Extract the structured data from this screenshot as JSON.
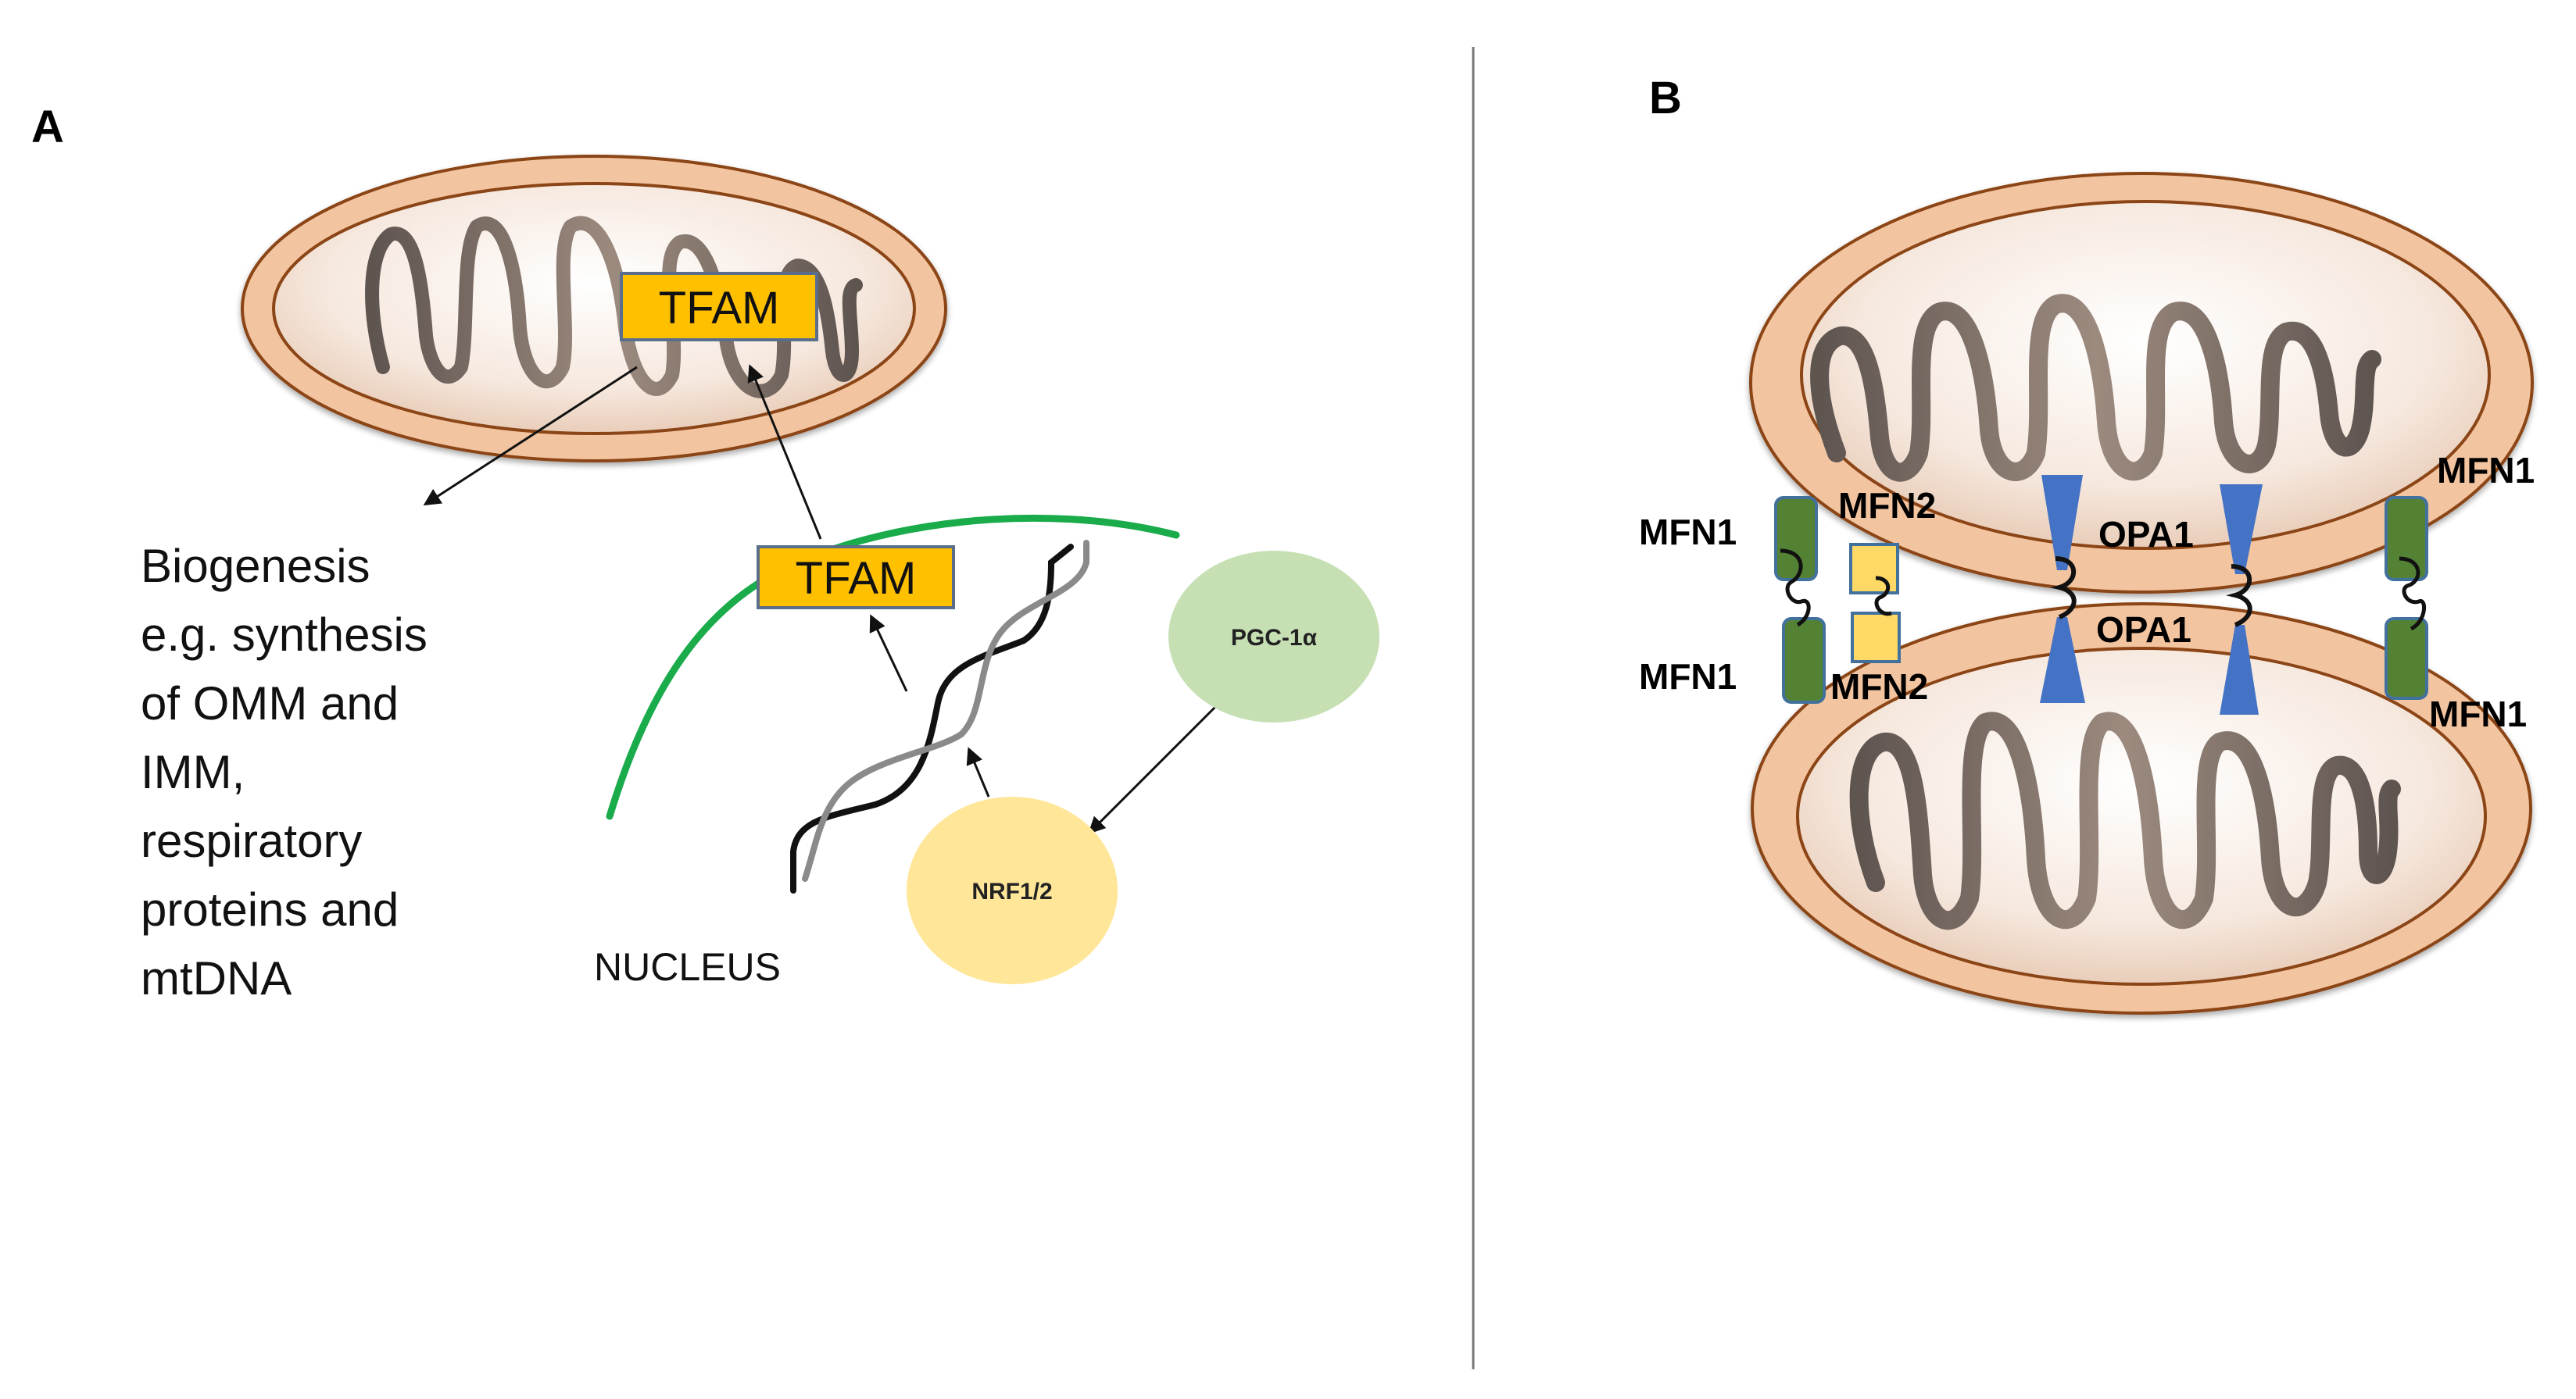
{
  "figure": {
    "panels": [
      {
        "id": "A",
        "label": "A",
        "title": "Mitochondrial biogenesis pathway",
        "mitochondrion": {
          "protein_box": "TFAM"
        },
        "outcome_text_lines": [
          "Biogenesis",
          "e.g. synthesis",
          "of OMM and",
          "IMM,",
          "respiratory",
          "proteins and",
          "mtDNA"
        ],
        "nucleus": {
          "label": "NUCLEUS",
          "protein_box": "TFAM",
          "coactivator": "PGC-1α",
          "transcription_factor": "NRF1/2"
        },
        "arrows": [
          {
            "from": "PGC-1α",
            "to": "NRF1/2"
          },
          {
            "from": "NRF1/2",
            "to": "nuclear DNA"
          },
          {
            "from": "nuclear DNA",
            "to": "TFAM (nucleus)"
          },
          {
            "from": "TFAM (nucleus)",
            "to": "TFAM (mitochondrion)"
          },
          {
            "from": "TFAM (mitochondrion)",
            "to": "Biogenesis"
          }
        ]
      },
      {
        "id": "B",
        "label": "B",
        "title": "Mitochondrial fusion proteins",
        "labels": {
          "mfn1_top_left": "MFN1",
          "mfn1_bottom_left": "MFN1",
          "mfn2_top": "MFN2",
          "mfn2_bottom": "MFN2",
          "opa1_top": "OPA1",
          "opa1_bottom": "OPA1",
          "mfn1_top_right": "MFN1",
          "mfn1_bottom_right": "MFN1"
        }
      }
    ],
    "colors": {
      "outer_membrane": "#f2c4a0",
      "membrane_stroke": "#8b4513",
      "matrix": "#f7ebe3",
      "cristae": "#7a6a60",
      "tfam": "#ffc000",
      "tfam_border": "#5a6e8c",
      "nuclear_envelope": "#1aab4b",
      "pgc1a": "#c6e0b4",
      "nrf": "#ffe699",
      "mfn1": "#548235",
      "mfn2": "#ffd966",
      "opa1": "#4472c4",
      "protein_border": "#41719c",
      "divider": "#777777"
    }
  }
}
